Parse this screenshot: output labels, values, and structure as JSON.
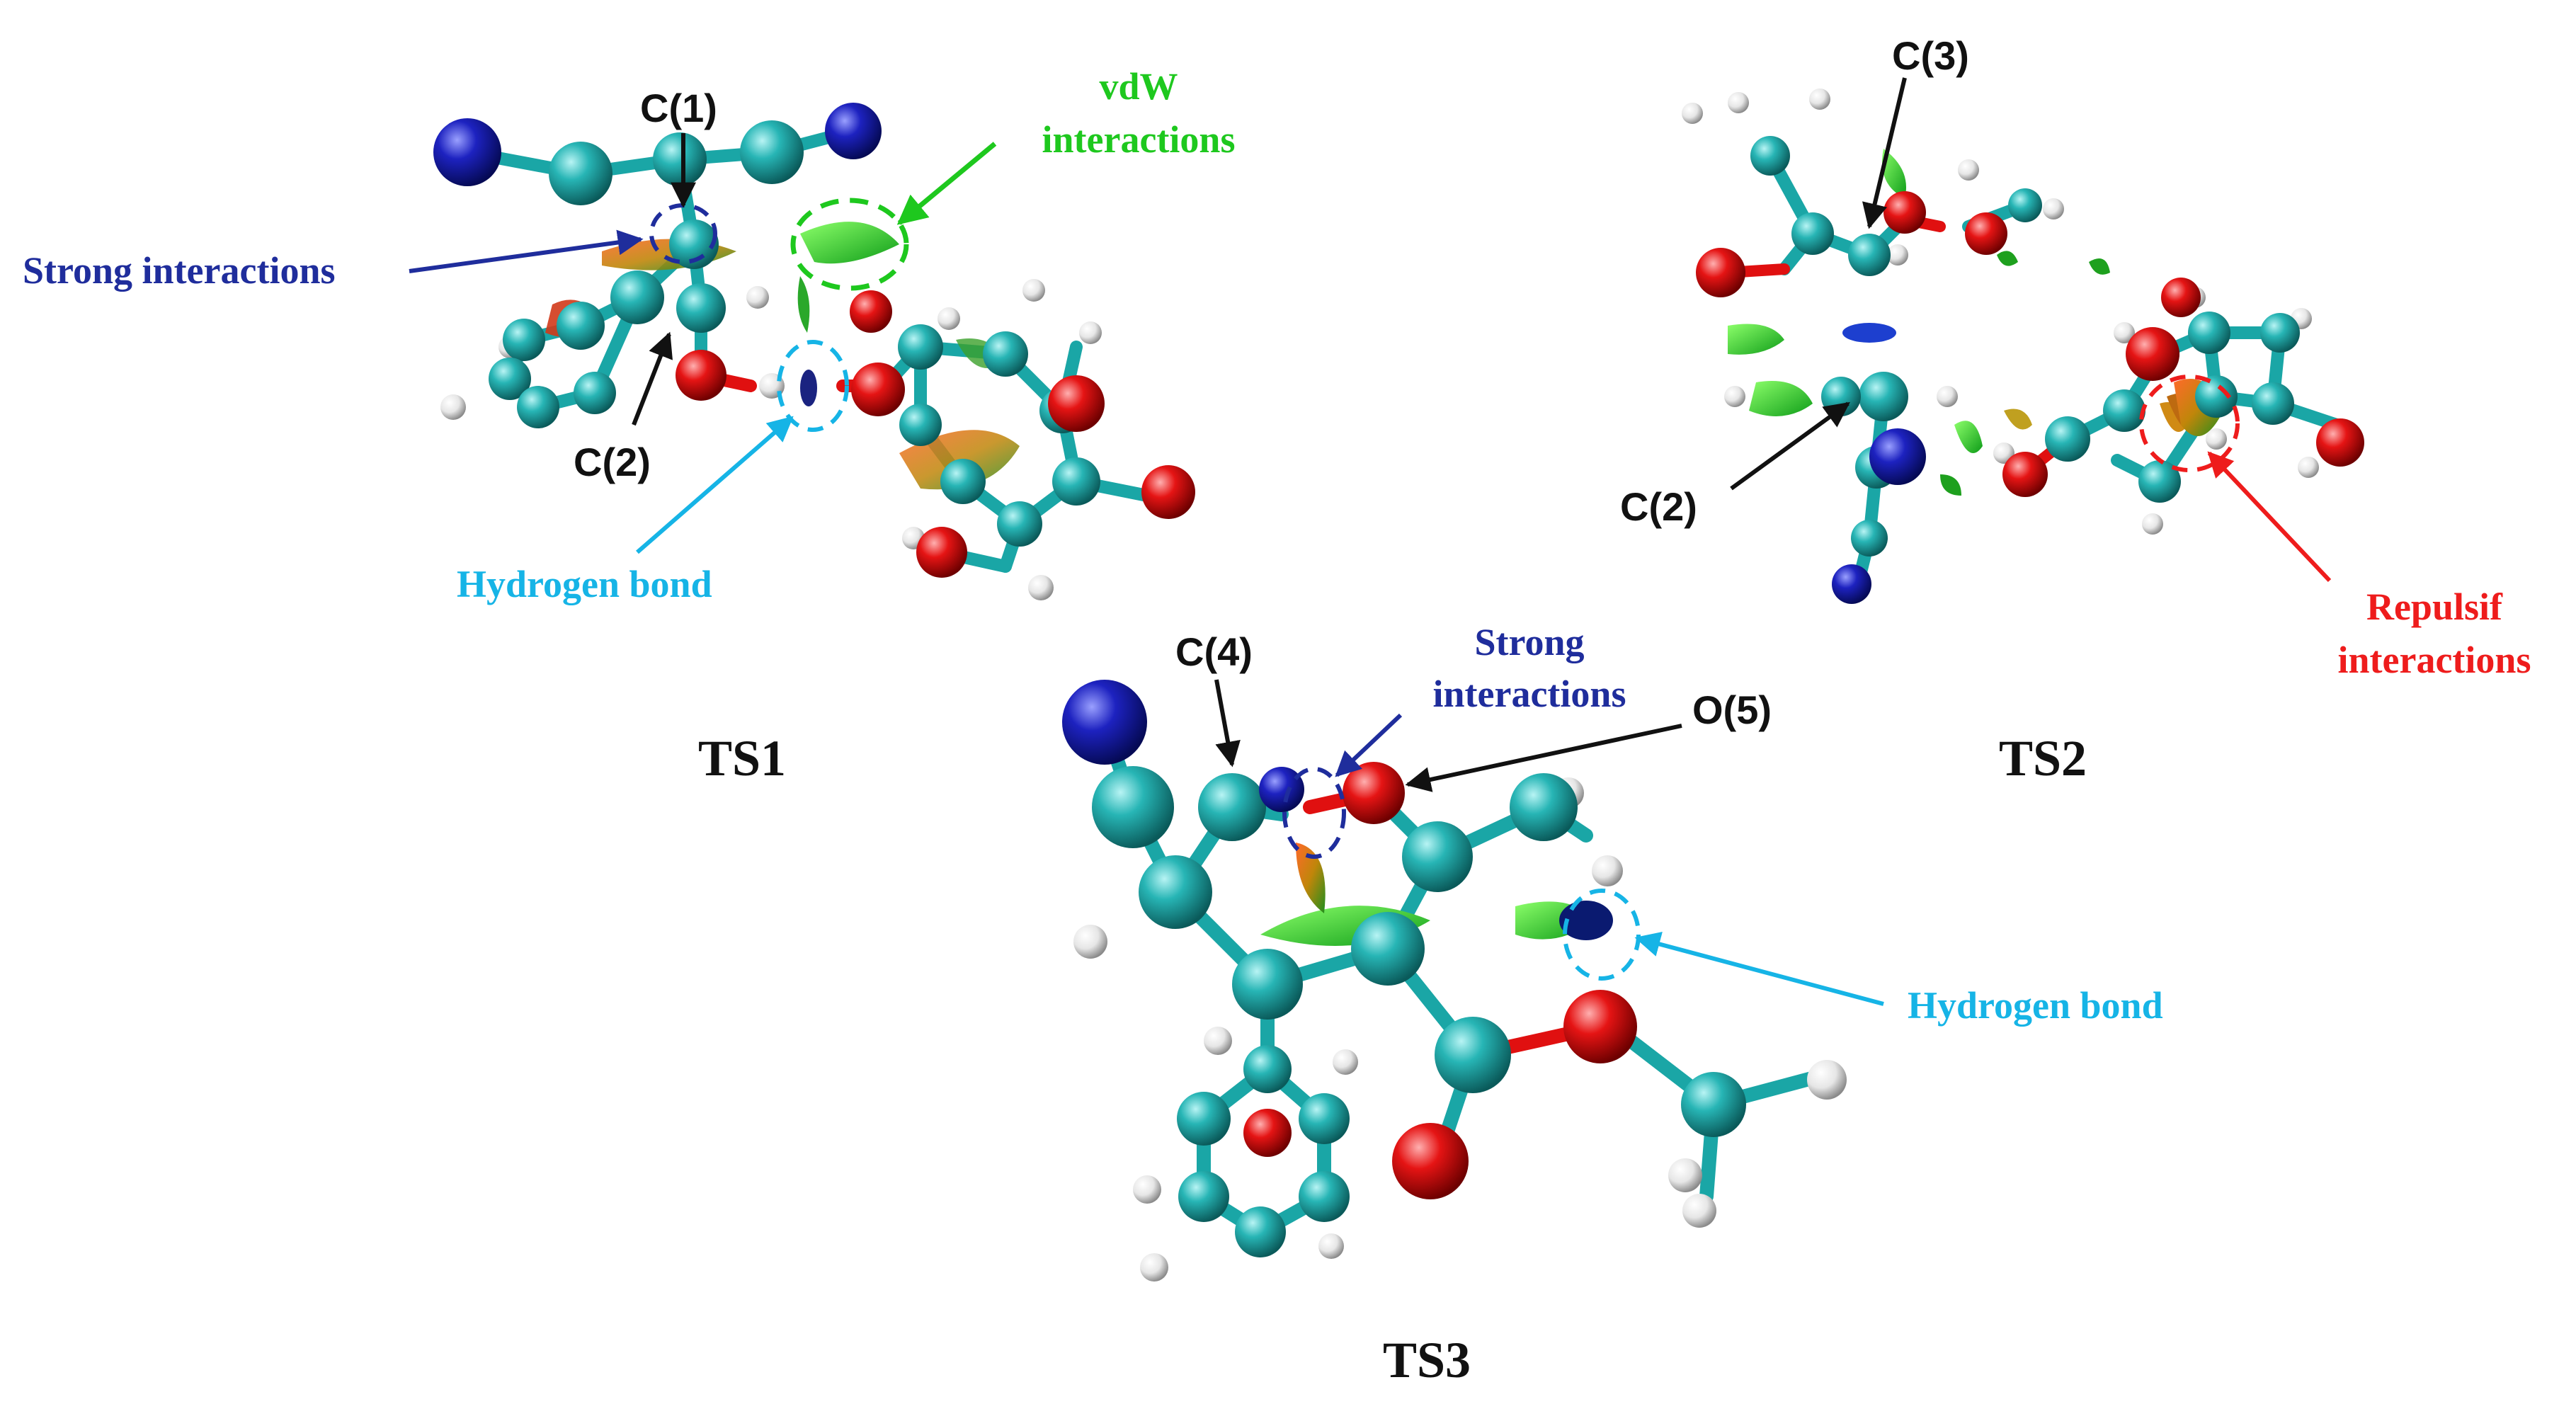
{
  "panels": {
    "ts1": {
      "title": "TS1",
      "atoms": {
        "c1": "C(1)",
        "c2": "C(2)"
      },
      "annotations": {
        "strong": "Strong interactions",
        "vdw_line1": "vdW",
        "vdw_line2": "interactions",
        "hbond": "Hydrogen bond"
      }
    },
    "ts2": {
      "title": "TS2",
      "atoms": {
        "c3": "C(3)",
        "c2": "C(2)"
      },
      "annotations": {
        "repulsif_line1": "Repulsif",
        "repulsif_line2": "interactions"
      }
    },
    "ts3": {
      "title": "TS3",
      "atoms": {
        "c4": "C(4)",
        "o5": "O(5)"
      },
      "annotations": {
        "strong_line1": "Strong",
        "strong_line2": "interactions",
        "hbond": "Hydrogen bond"
      }
    }
  },
  "colors": {
    "carbon": "#1aa6a6",
    "oxygen": "#e01010",
    "nitrogen": "#1a1ab8",
    "hydrogen": "#f2f2f2",
    "strong": "#1f2d9c",
    "vdw": "#1ec81e",
    "hbond": "#16b4e6",
    "repulsive": "#ee1c1c",
    "label": "#111111"
  }
}
